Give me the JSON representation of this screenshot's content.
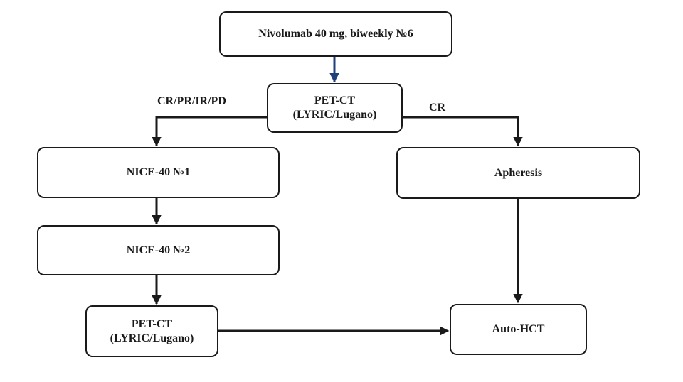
{
  "diagram": {
    "nodes": {
      "nivolumab": {
        "line1": "Nivolumab 40 mg, biweekly №6"
      },
      "pet_ct_top": {
        "line1": "PET-CT",
        "line2": "(LYRIC/Lugano)"
      },
      "nice_1": {
        "line1": "NICE-40 №1"
      },
      "nice_2": {
        "line1": "NICE-40 №2"
      },
      "pet_ct_bottom": {
        "line1": "PET-CT",
        "line2": "(LYRIC/Lugano)"
      },
      "apheresis": {
        "line1": "Apheresis"
      },
      "auto_hct": {
        "line1": "Auto-HCT"
      }
    },
    "edge_labels": {
      "left_branch": "CR/PR/IR/PD",
      "right_branch": "CR"
    },
    "colors": {
      "line": "#1a1a1a",
      "accent_arrow": "#1f3f7a"
    }
  }
}
